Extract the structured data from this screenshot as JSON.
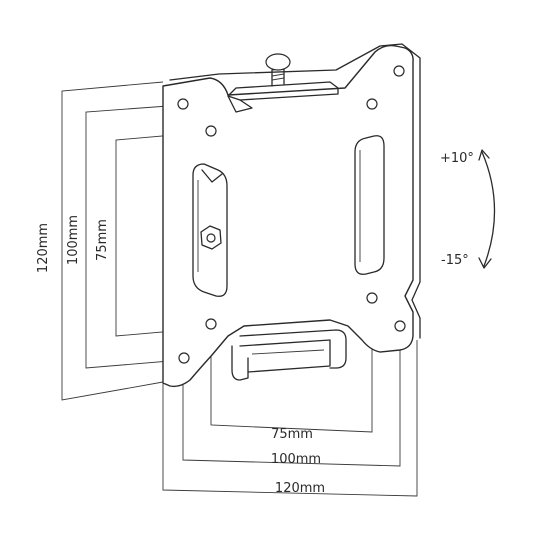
{
  "dimensions": {
    "vertical": {
      "outer": "120mm",
      "middle": "100mm",
      "inner": "75mm"
    },
    "horizontal": {
      "inner": "75mm",
      "middle": "100mm",
      "outer": "120mm"
    }
  },
  "tilt": {
    "up": "+10°",
    "down": "-15°"
  }
}
